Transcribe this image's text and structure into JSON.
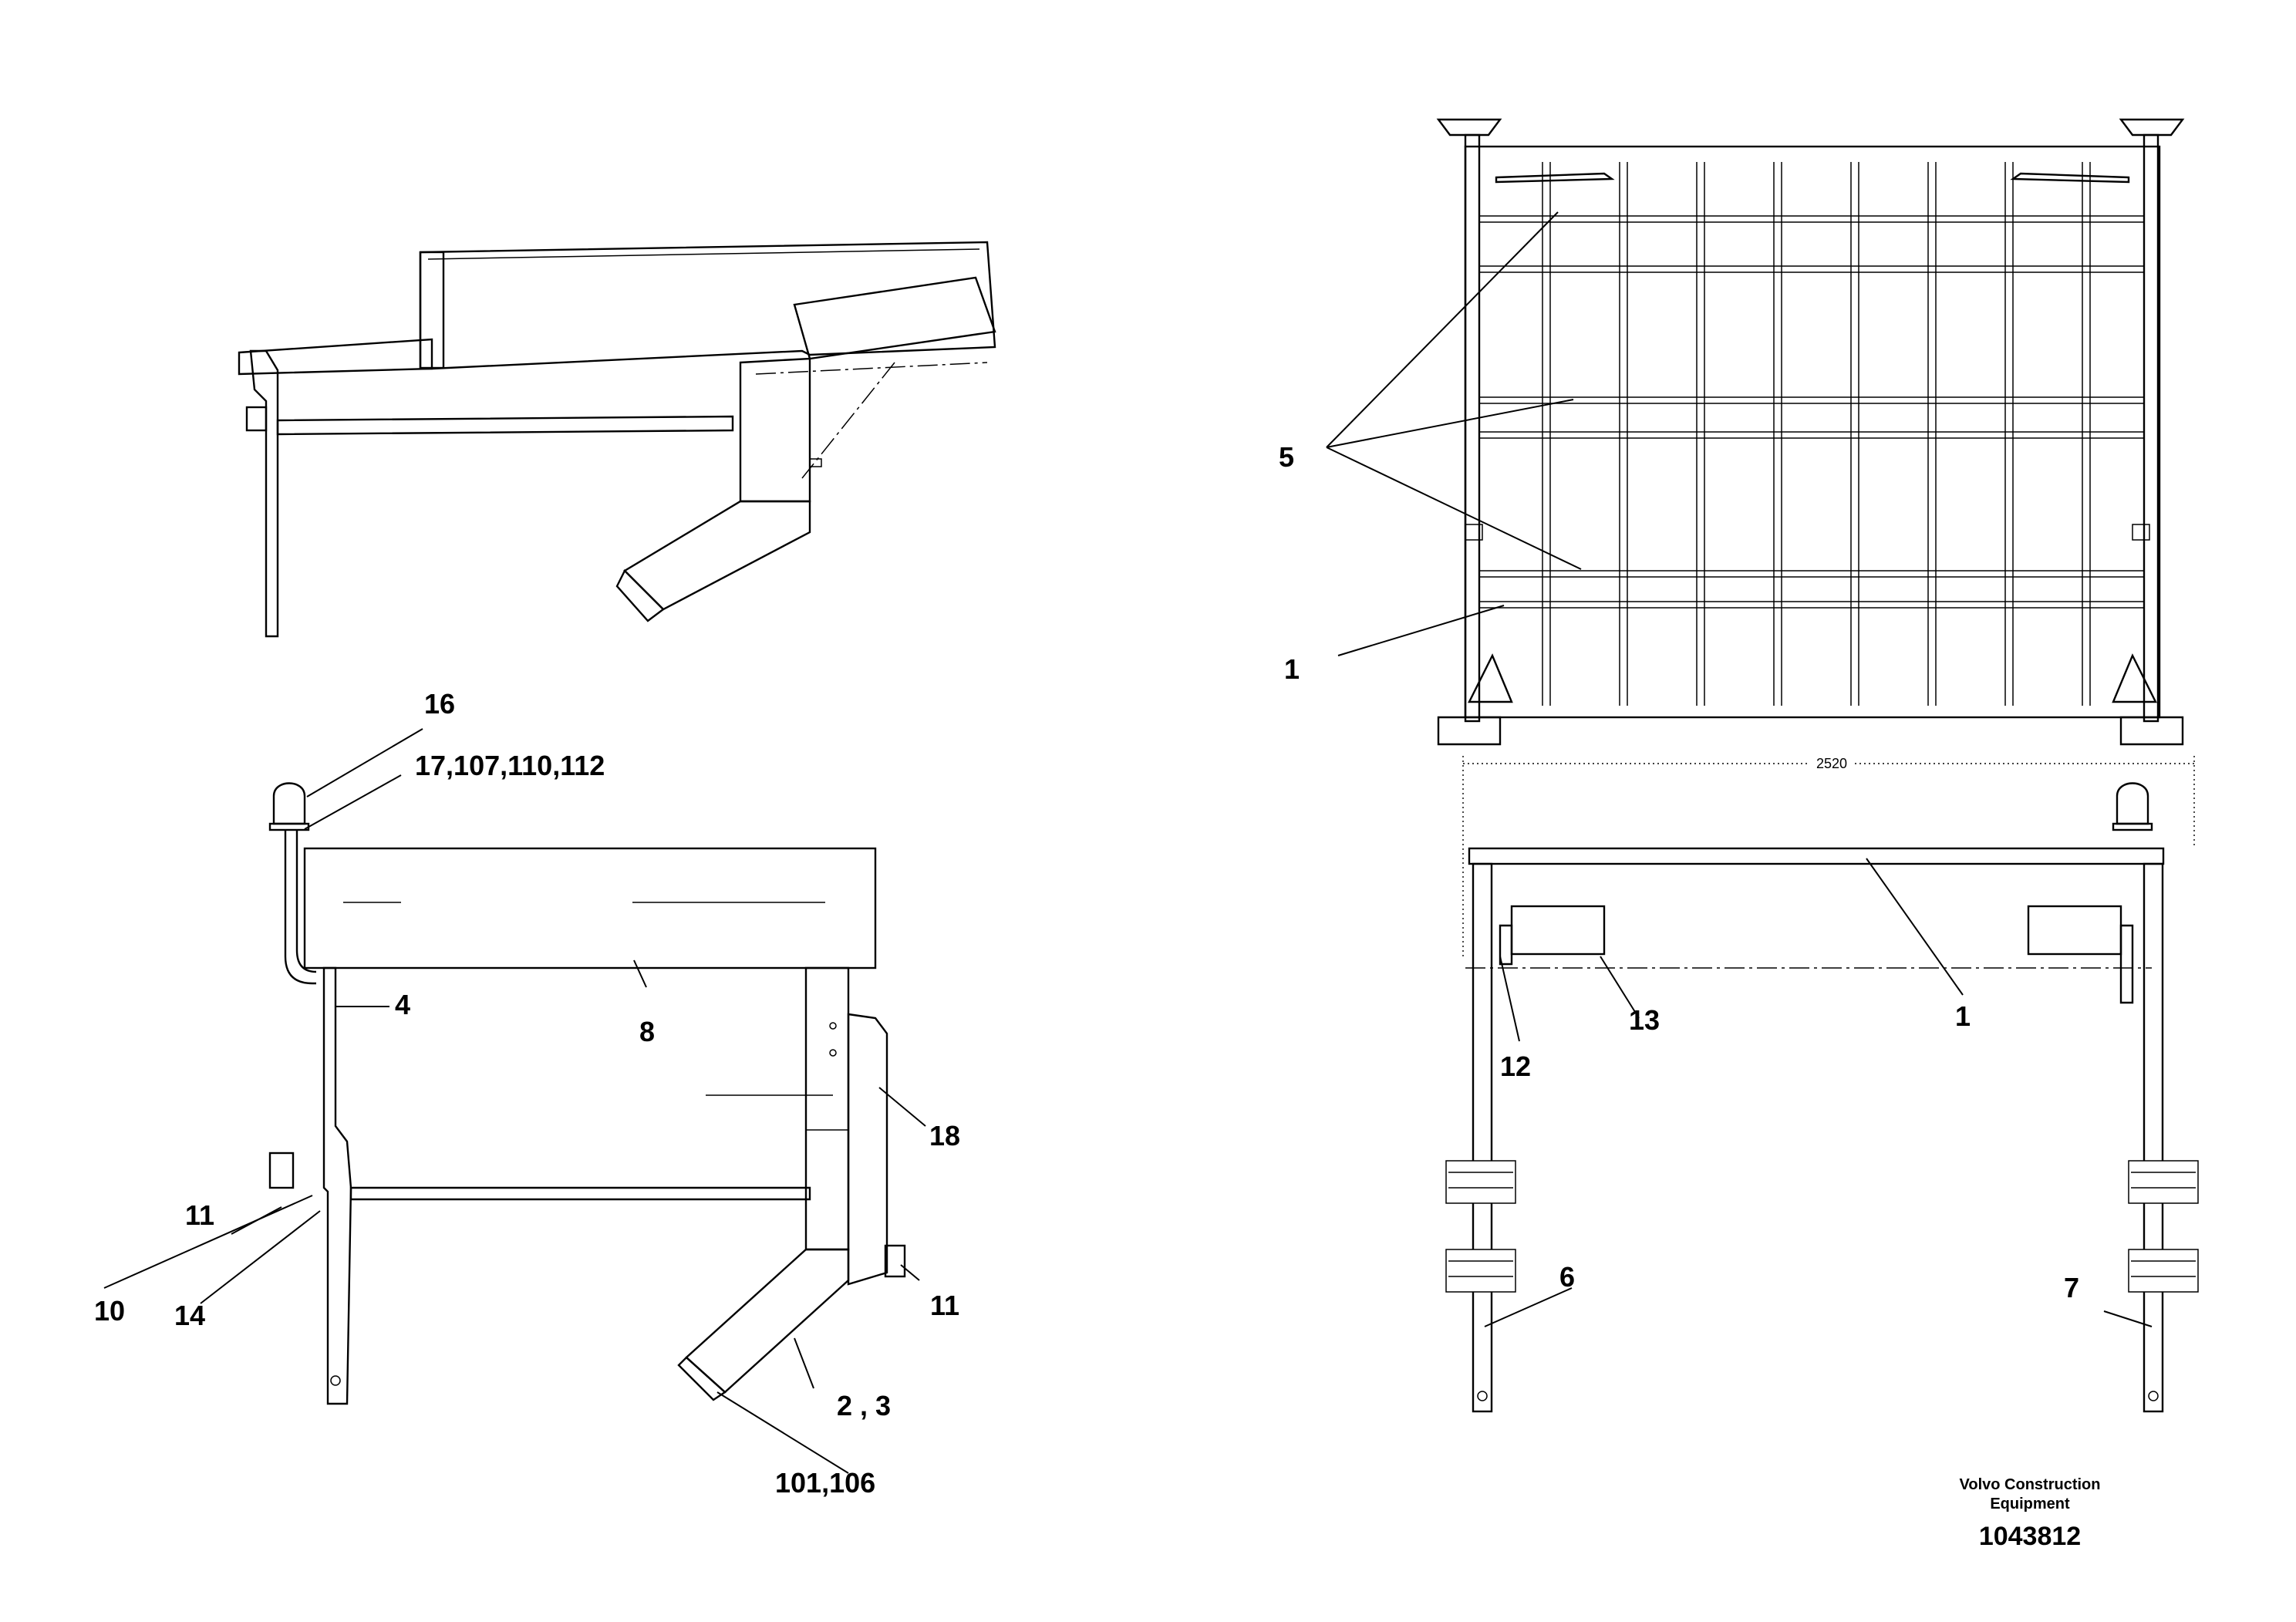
{
  "callouts": {
    "c16": "16",
    "c17": "17,107,110,112",
    "c4": "4",
    "c8": "8",
    "c18": "18",
    "c11a": "11",
    "c10": "10",
    "c14": "14",
    "c11b": "11",
    "c2_3": "2 , 3",
    "c101_106": "101,106",
    "c5": "5",
    "c1a": "1",
    "c1b": "1",
    "c12": "12",
    "c13": "13",
    "c6": "6",
    "c7": "7"
  },
  "dimension": "2520",
  "footer": {
    "company_line1": "Volvo Construction",
    "company_line2": "Equipment",
    "doc_number": "1043812"
  }
}
